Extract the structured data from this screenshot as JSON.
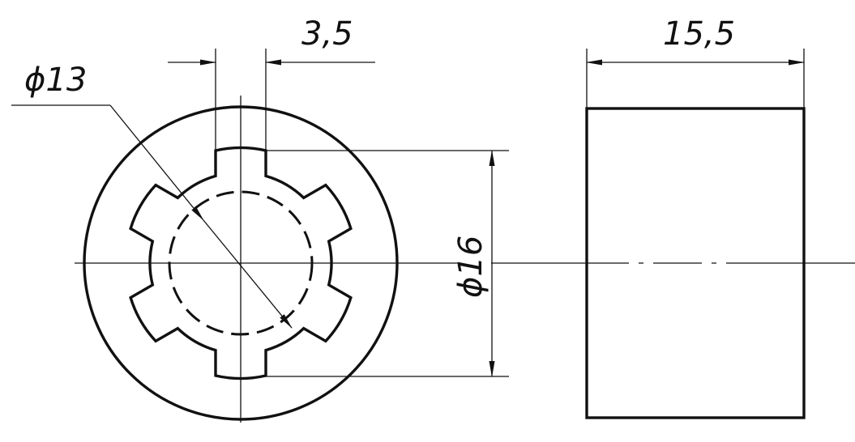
{
  "drawing": {
    "dimensions": {
      "key_width": "3,5",
      "inner_diameter": "ϕ13",
      "outer_diameter": "ϕ16",
      "length": "15,5"
    },
    "colors": {
      "line": "#111111",
      "background": "#ffffff"
    }
  }
}
